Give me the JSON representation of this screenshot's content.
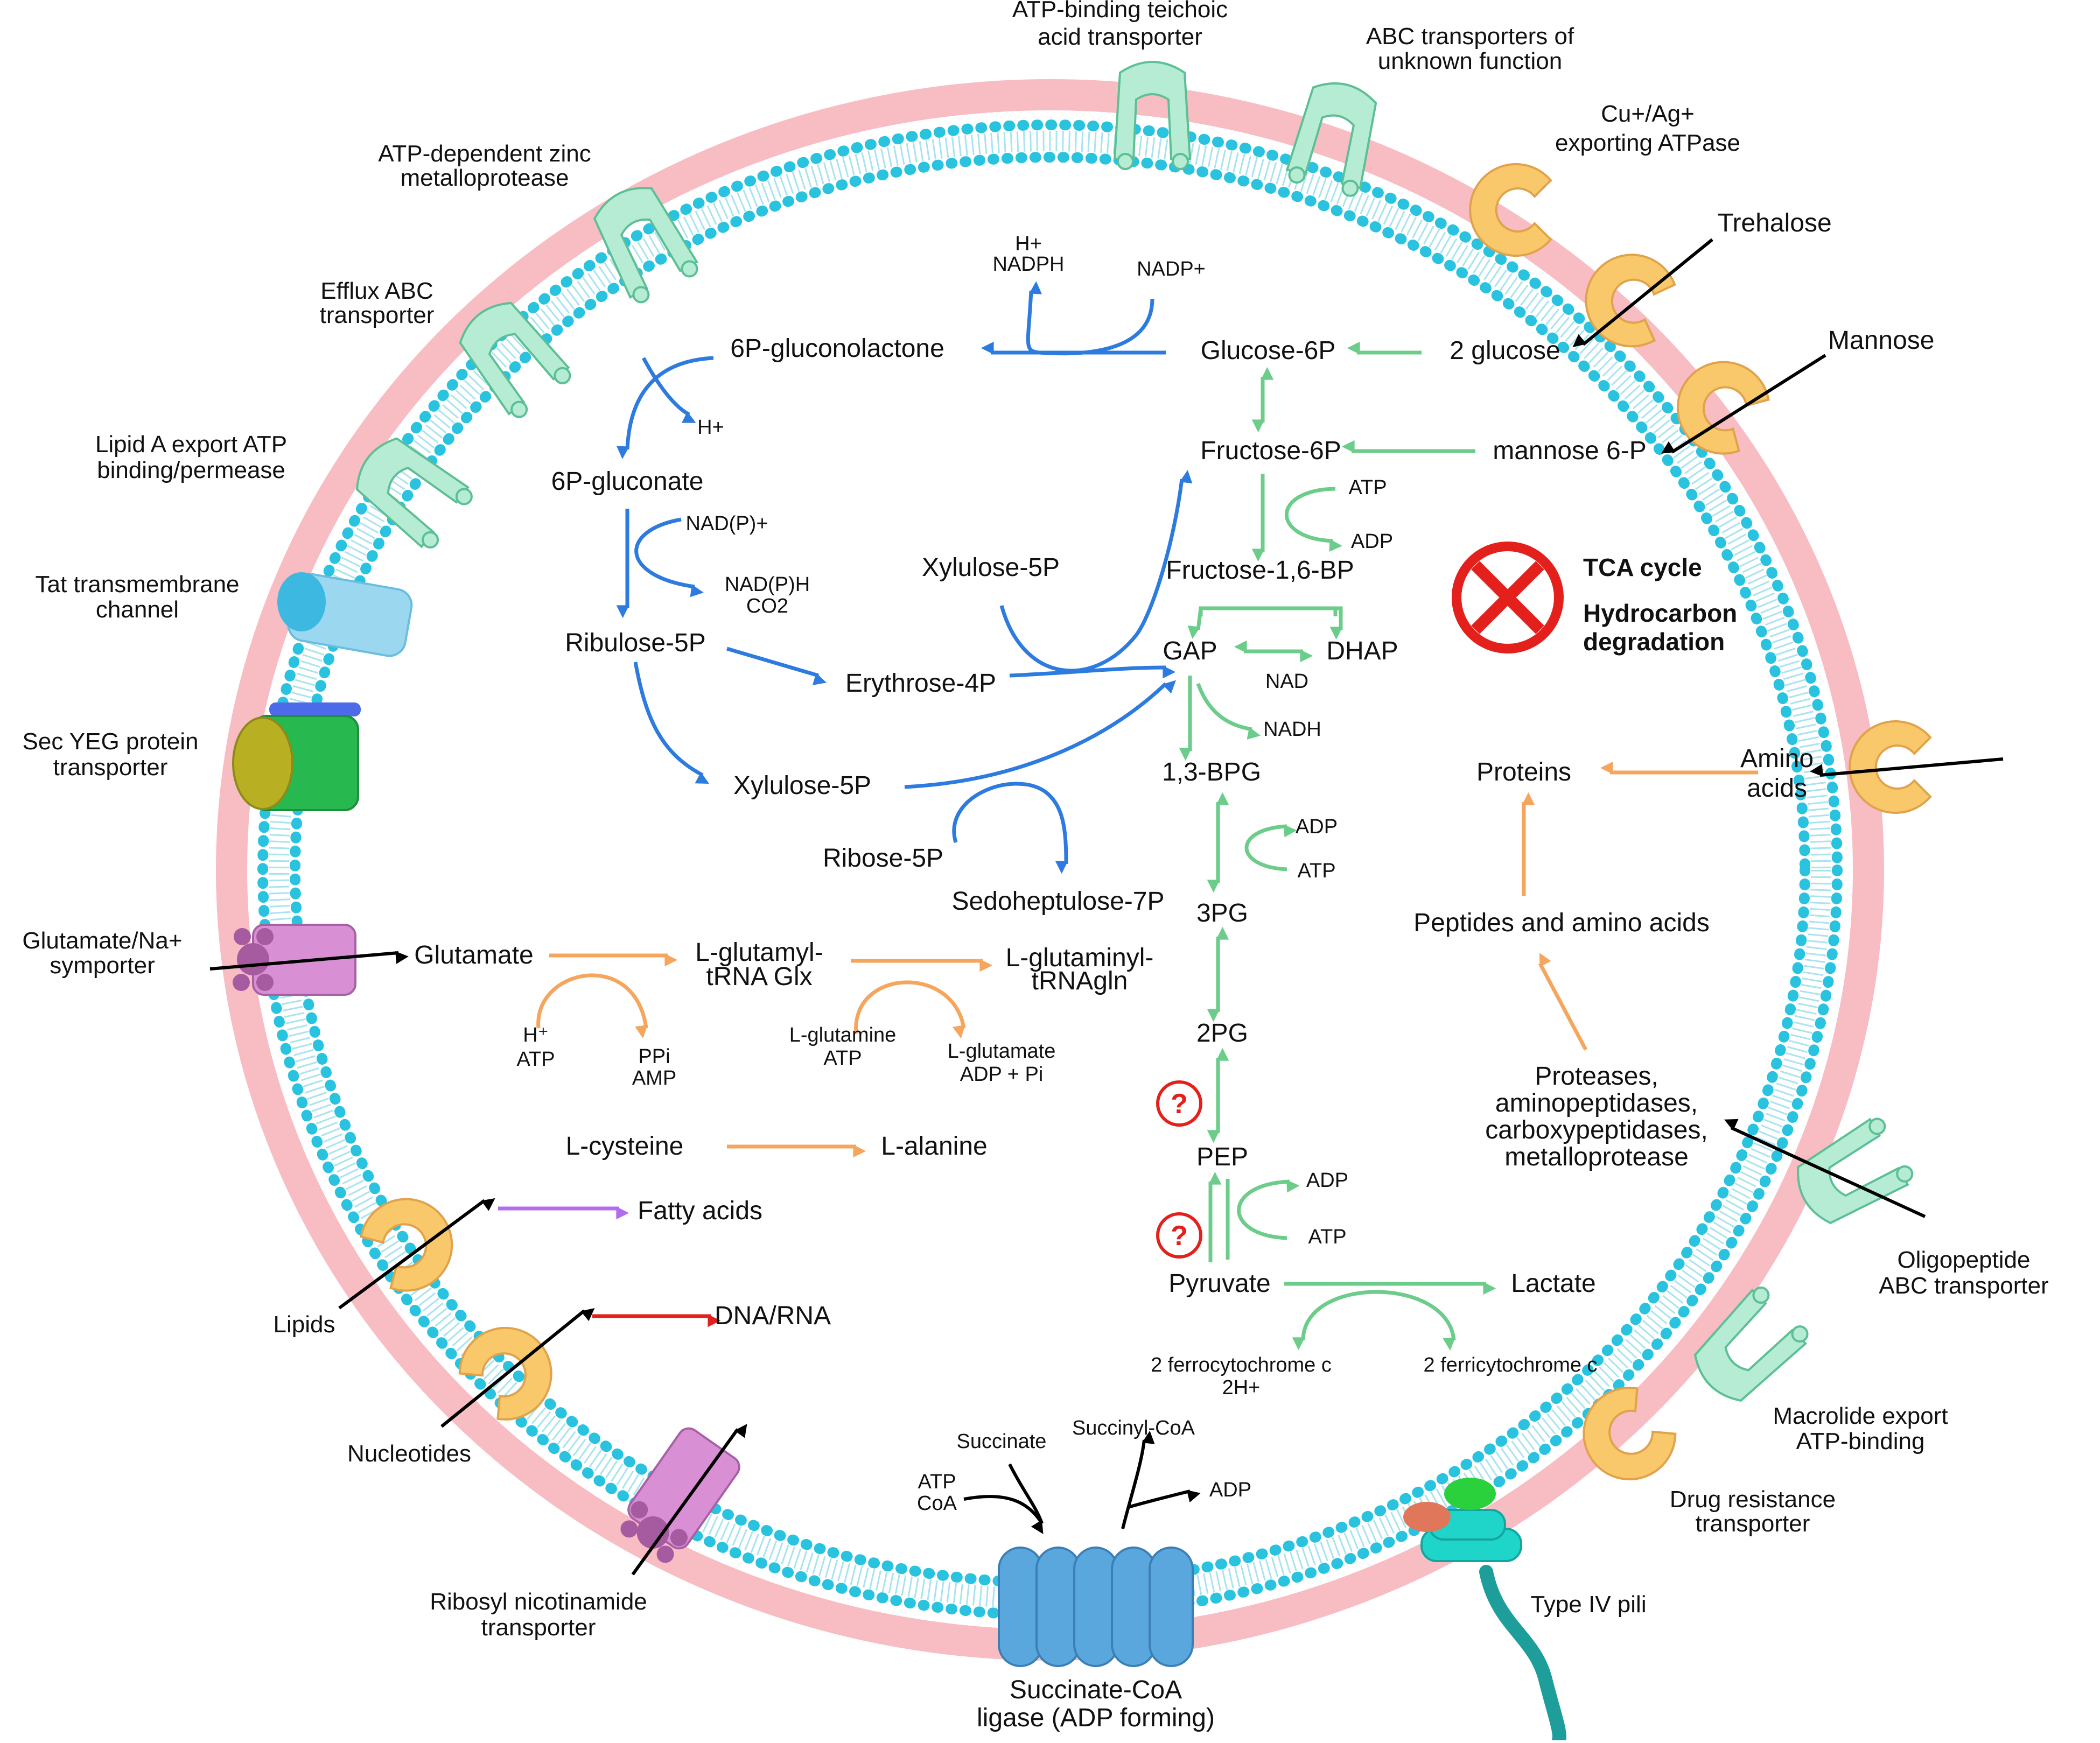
{
  "colors": {
    "outer_membrane": "#f8bcc3",
    "lipid_head": "#29c3e0",
    "lipid_tail": "#a9e3ee",
    "pentose_arrow": "#2e7be0",
    "glycolysis_arrow": "#6ccc8a",
    "amino_arrow": "#f6a65c",
    "fatty_arrow": "#b36bf0",
    "nucleic_arrow": "#e3201b",
    "transport_arrow": "#000000",
    "abc_transporter": "#b6ecd3",
    "uniporter": "#f9c86a",
    "succinate_ligase": "#5aa7dd",
    "sec_yeg": "#27b84f",
    "tat_channel": "#9bd8f0",
    "porin_purple": "#d98fd4",
    "pili": "#1fd5c9",
    "absent_mark": "#e3201b"
  },
  "membrane_labels": {
    "teichoic": [
      "ATP-binding teichoic",
      "acid transporter"
    ],
    "abc_unknown": [
      "ABC transporters of",
      "unknown function"
    ],
    "cu_ag": [
      "Cu+/Ag+",
      "exporting ATPase"
    ],
    "trehalose": "Trehalose",
    "mannose": "Mannose",
    "zinc_protease": [
      "ATP-dependent zinc",
      "metalloprotease"
    ],
    "efflux_abc": [
      "Efflux ABC",
      "transporter"
    ],
    "lipid_a": [
      "Lipid A export ATP",
      "binding/permease"
    ],
    "tat": [
      "Tat transmembrane",
      "channel"
    ],
    "sec_yeg": [
      "Sec YEG protein",
      "transporter"
    ],
    "glutamate_na": [
      "Glutamate/Na+",
      "symporter"
    ],
    "lipids": "Lipids",
    "nucleotides": "Nucleotides",
    "ribosyl": [
      "Ribosyl nicotinamide",
      "transporter"
    ],
    "succinate_ligase": [
      "Succinate-CoA",
      "ligase (ADP forming)"
    ],
    "type4_pili": "Type IV pili",
    "drug_resistance": [
      "Drug resistance",
      "transporter"
    ],
    "macrolide": [
      "Macrolide export",
      "ATP-binding"
    ],
    "oligopeptide": [
      "Oligopeptide",
      "ABC transporter"
    ],
    "amino_acids": [
      "Amino",
      "acids"
    ]
  },
  "pentose_pathway": {
    "h_nadph": [
      "H+",
      "NADPH"
    ],
    "nadp": "NADP+",
    "gluconolactone": "6P-gluconolactone",
    "h_plus": "H+",
    "gluconate": "6P-gluconate",
    "nadp_plus": "NAD(P)+",
    "nadph_co2": [
      "NAD(P)H",
      "CO2"
    ],
    "ribulose": "Ribulose-5P",
    "xylulose_a": "Xylulose-5P",
    "erythrose": "Erythrose-4P",
    "xylulose_b": "Xylulose-5P",
    "ribose": "Ribose-5P",
    "sedoheptulose": "Sedoheptulose-7P"
  },
  "glycolysis": {
    "glucose6p": "Glucose-6P",
    "two_glucose": "2 glucose",
    "fructose6p": "Fructose-6P",
    "mannose6p": "mannose 6-P",
    "atp1": "ATP",
    "adp1": "ADP",
    "f16bp": "Fructose-1,6-BP",
    "gap": "GAP",
    "dhap": "DHAP",
    "nad": "NAD",
    "nadh": "NADH",
    "bpg": "1,3-BPG",
    "adp2": "ADP",
    "atp2": "ATP",
    "pg3": "3PG",
    "pg2": "2PG",
    "q1": "?",
    "pep": "PEP",
    "adp3": "ADP",
    "atp3": "ATP",
    "q2": "?",
    "pyruvate": "Pyruvate",
    "lactate": "Lactate",
    "ferro": [
      "2 ferrocytochrome c",
      "2H+"
    ],
    "ferri": "2 ferricytochrome c"
  },
  "absent_pathways": {
    "tca": "TCA cycle",
    "hydrocarbon": [
      "Hydrocarbon",
      "degradation"
    ]
  },
  "protein_pathway": {
    "proteins": "Proteins",
    "peptides": "Peptides and amino acids",
    "proteases": [
      "Proteases,",
      "aminopeptidases,",
      "carboxypeptidases,",
      "metalloprotease"
    ]
  },
  "amino_pathway": {
    "glutamate": "Glutamate",
    "glutamyl": [
      "L-glutamyl-",
      "tRNA Glx"
    ],
    "glutaminyl": [
      "L-glutaminyl-",
      "tRNAgln"
    ],
    "h_atp": [
      "H⁺",
      "ATP"
    ],
    "ppi_amp": [
      "PPi",
      "AMP"
    ],
    "glutamine_atp": [
      "L-glutamine",
      "ATP"
    ],
    "glutamate_adp": [
      "L-glutamate",
      "ADP + Pi"
    ],
    "cysteine": "L-cysteine",
    "alanine": "L-alanine"
  },
  "other_products": {
    "fatty_acids": "Fatty acids",
    "dna_rna": "DNA/RNA"
  },
  "succinate": {
    "succinate": "Succinate",
    "succinyl_coa": "Succinyl-CoA",
    "atp_coa": [
      "ATP",
      "CoA"
    ],
    "adp": "ADP"
  }
}
